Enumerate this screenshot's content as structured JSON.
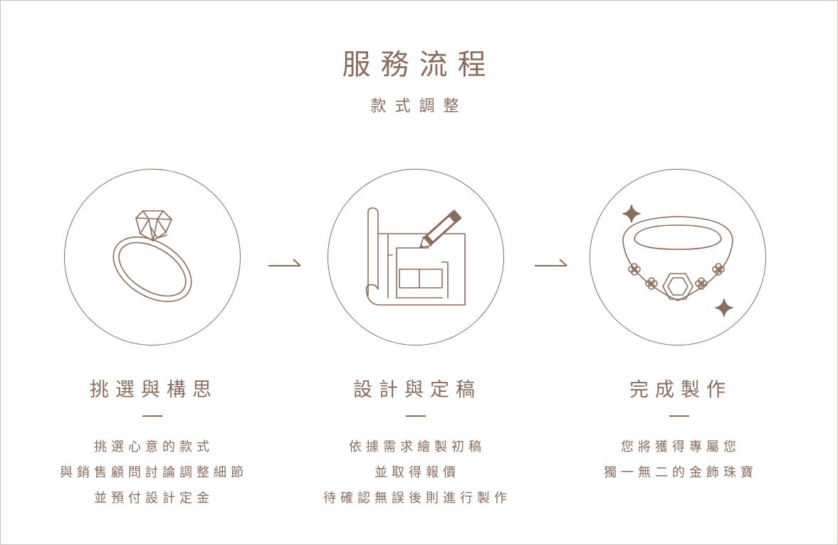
{
  "header": {
    "title": "服務流程",
    "subtitle": "款式調整"
  },
  "colors": {
    "accent": "#8b6c5c",
    "border": "#cbbfb8",
    "background": "#ffffff"
  },
  "steps": [
    {
      "icon": "ring-icon",
      "title": "挑選與構思",
      "lines": [
        "挑選心意的款式",
        "與銷售顧問討論調整細節",
        "並預付設計定金"
      ]
    },
    {
      "icon": "blueprint-pencil-icon",
      "title": "設計與定稿",
      "lines": [
        "依據需求繪製初稿",
        "並取得報價",
        "待確認無誤後則進行製作"
      ]
    },
    {
      "icon": "finished-ring-icon",
      "title": "完成製作",
      "lines": [
        "您將獲得專屬您",
        "獨一無二的金飾珠寶"
      ]
    }
  ]
}
